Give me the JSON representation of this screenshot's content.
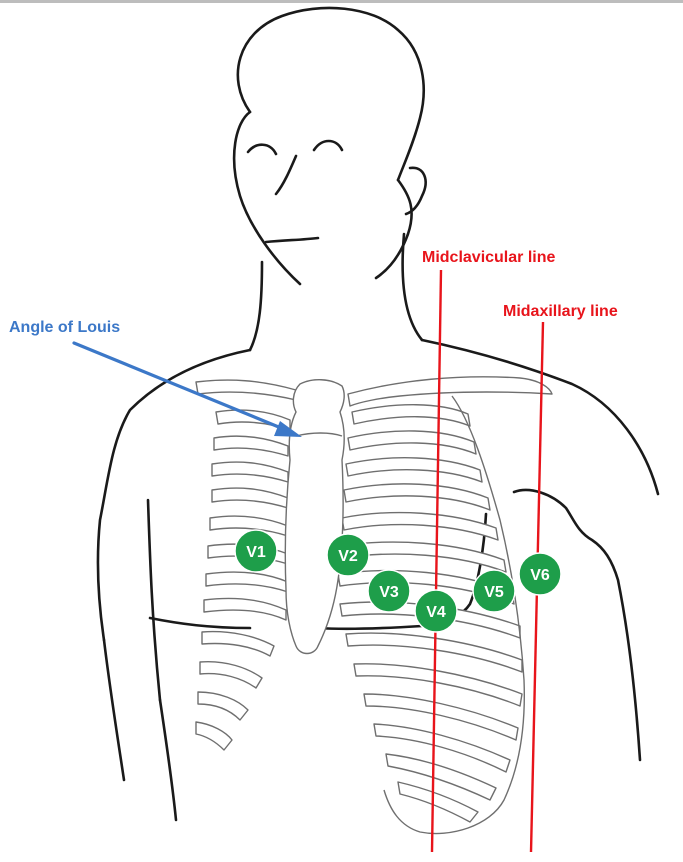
{
  "labels": {
    "angle_of_louis": "Angle of Louis",
    "midclavicular_line": "Midclavicular line",
    "midaxillary_line": "Midaxillary line"
  },
  "electrodes": [
    "V1",
    "V2",
    "V3",
    "V4",
    "V5",
    "V6"
  ],
  "colors": {
    "outline": "#1a1a1a",
    "rib_outline": "#6f6f6f",
    "rib_fill": "#ffffff",
    "reference_line": "#e8141b",
    "angle_label": "#3c78c8",
    "electrode_fill": "#1e9e4a",
    "electrode_text": "#ffffff",
    "top_border": "#bdbdbd"
  }
}
